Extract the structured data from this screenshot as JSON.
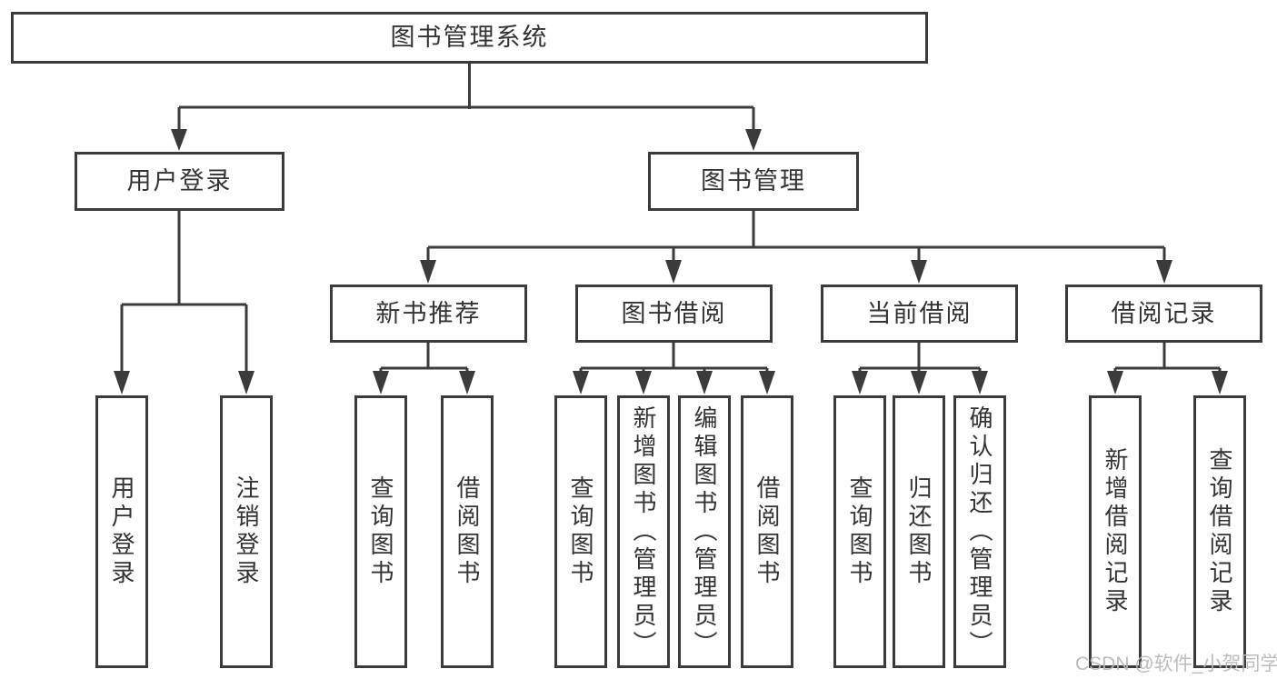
{
  "diagram": {
    "root": {
      "label": "图书管理系统"
    },
    "level2": [
      {
        "label": "用户登录"
      },
      {
        "label": "图书管理"
      }
    ],
    "level3": [
      {
        "label": "新书推荐"
      },
      {
        "label": "图书借阅"
      },
      {
        "label": "当前借阅"
      },
      {
        "label": "借阅记录"
      }
    ],
    "leaves": [
      {
        "group": "用户登录",
        "label": "用户登录"
      },
      {
        "group": "用户登录",
        "label": "注销登录"
      },
      {
        "group": "新书推荐",
        "label": "查询图书"
      },
      {
        "group": "新书推荐",
        "label": "借阅图书"
      },
      {
        "group": "图书借阅",
        "label": "查询图书"
      },
      {
        "group": "图书借阅",
        "label": "新增图书（管理员）"
      },
      {
        "group": "图书借阅",
        "label": "编辑图书（管理员）"
      },
      {
        "group": "图书借阅",
        "label": "借阅图书"
      },
      {
        "group": "当前借阅",
        "label": "查询图书"
      },
      {
        "group": "当前借阅",
        "label": "归还图书"
      },
      {
        "group": "当前借阅",
        "label": "确认归还（管理员）"
      },
      {
        "group": "借阅记录",
        "label": "新增借阅记录"
      },
      {
        "group": "借阅记录",
        "label": "查询借阅记录"
      }
    ]
  },
  "watermark": {
    "text": "CSDN @软件_小贺同学"
  },
  "colors": {
    "line": "#3b3b3b",
    "text": "#333333",
    "watermark": "#b9b9b9",
    "background": "#ffffff"
  }
}
